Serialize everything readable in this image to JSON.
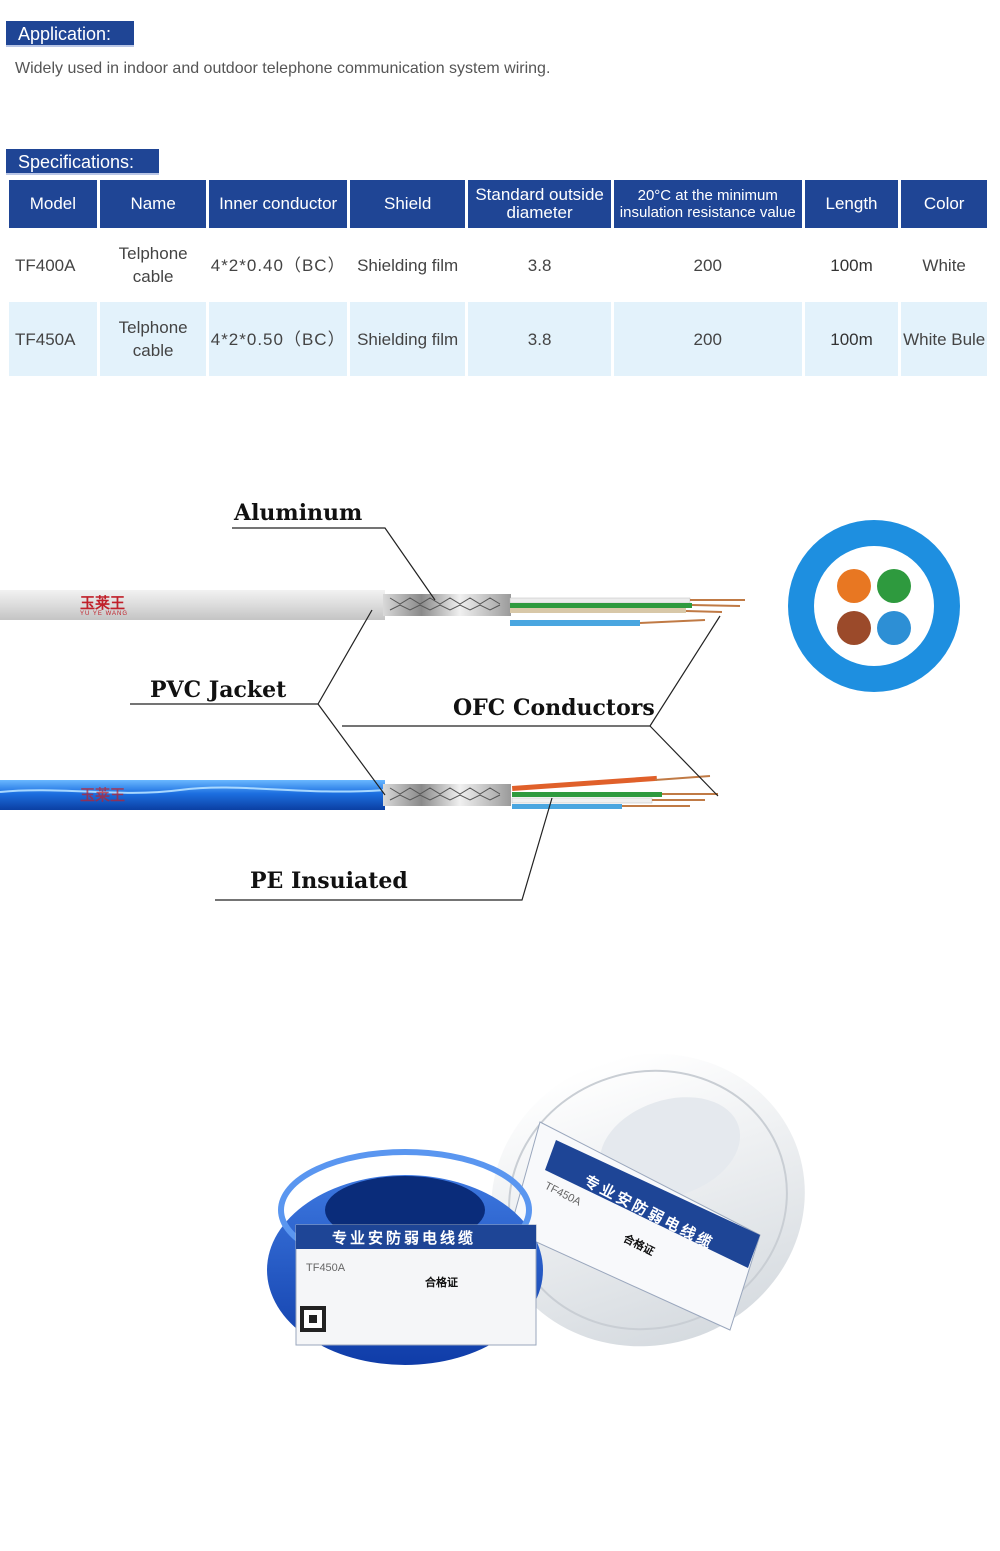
{
  "application": {
    "heading": "Application:",
    "text": "Widely used in indoor and outdoor telephone communication system wiring."
  },
  "specifications": {
    "heading": "Specifications:",
    "columns": [
      "Model",
      "Name",
      "Inner conductor",
      "Shield",
      "Standard outside diameter",
      "20°C at the minimum insulation resistance value",
      "Length",
      "Color"
    ],
    "rows": [
      {
        "model": "TF400A",
        "name": "Telphone cable",
        "conductor": "4*2*0.40（BC）",
        "shield": "Shielding film",
        "diameter": "3.8",
        "resistance": "200",
        "length": "100m",
        "color": "White"
      },
      {
        "model": "TF450A",
        "name": "Telphone cable",
        "conductor": "4*2*0.50（BC）",
        "shield": "Shielding film",
        "diameter": "3.8",
        "resistance": "200",
        "length": "100m",
        "color": "White Bule"
      }
    ]
  },
  "diagram": {
    "labels": {
      "aluminum": "Aluminum",
      "pvc_jacket": "PVC  Jacket",
      "ofc_conductors": "OFC Conductors",
      "pe_insulated": "PE Insuiated"
    },
    "brand": "玉莱王",
    "brand_sub": "YU YE WANG",
    "cross_section_colors": [
      "#e87722",
      "#2e9a3e",
      "#9b4a2a",
      "#2d8fd5"
    ],
    "sheath_color": "#1e8fe0"
  },
  "product": {
    "label_title": "专业安防弱电线缆",
    "model_blue": "TF450A",
    "model_white": "TF450A",
    "cert": "合格证",
    "blue_color": "#1c4fc0",
    "white_color": "#f4f6f8"
  }
}
